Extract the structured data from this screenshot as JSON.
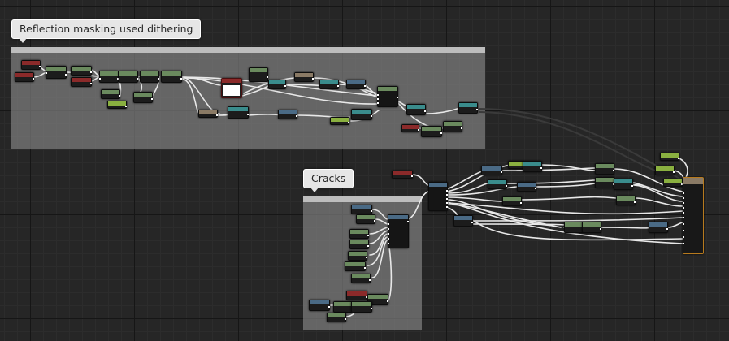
{
  "editor": {
    "comments": [
      {
        "id": "reflection",
        "title": "Reflection masking used dithering"
      },
      {
        "id": "cracks",
        "title": "Cracks"
      }
    ]
  },
  "colors": {
    "background": "#262626",
    "wire": "#ffffff",
    "node_param": "#6a8a5e",
    "node_constant": "#8b2a2a",
    "node_math": "#3a8c8c",
    "node_texture": "#4a6a85",
    "node_function": "#8a7a65",
    "node_output": "#b77a1e",
    "node_bright_green": "#8ab040"
  }
}
